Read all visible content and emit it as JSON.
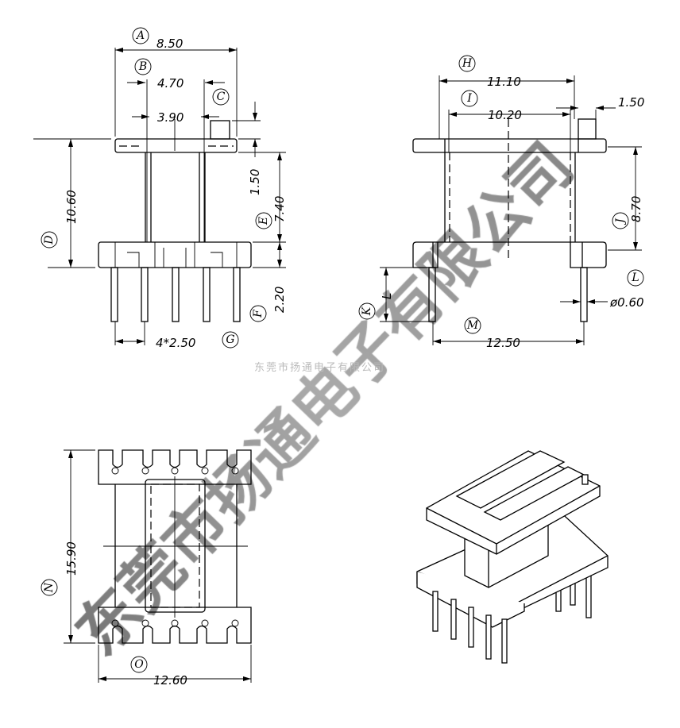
{
  "watermark": {
    "big": "东莞市扬通电子有限公司",
    "small": "东莞市扬通电子有限公司"
  },
  "labels": {
    "A": "A",
    "B": "B",
    "C": "C",
    "D": "D",
    "E": "E",
    "F": "F",
    "G": "G",
    "H": "H",
    "I": "I",
    "J": "J",
    "K": "K",
    "L": "L",
    "M": "M",
    "N": "N",
    "O": "O"
  },
  "dims": {
    "A": "8.50",
    "B": "4.70",
    "C_inner": "3.90",
    "C_pin": "1.50",
    "D": "10.60",
    "E": "7.40",
    "F": "2.20",
    "G": "4*2.50",
    "H": "11.10",
    "I": "10.20",
    "I_pin": "1.50",
    "J": "8.70",
    "K": "L",
    "L": "ø0.60",
    "M": "12.50",
    "N": "15.90",
    "O": "12.60"
  }
}
